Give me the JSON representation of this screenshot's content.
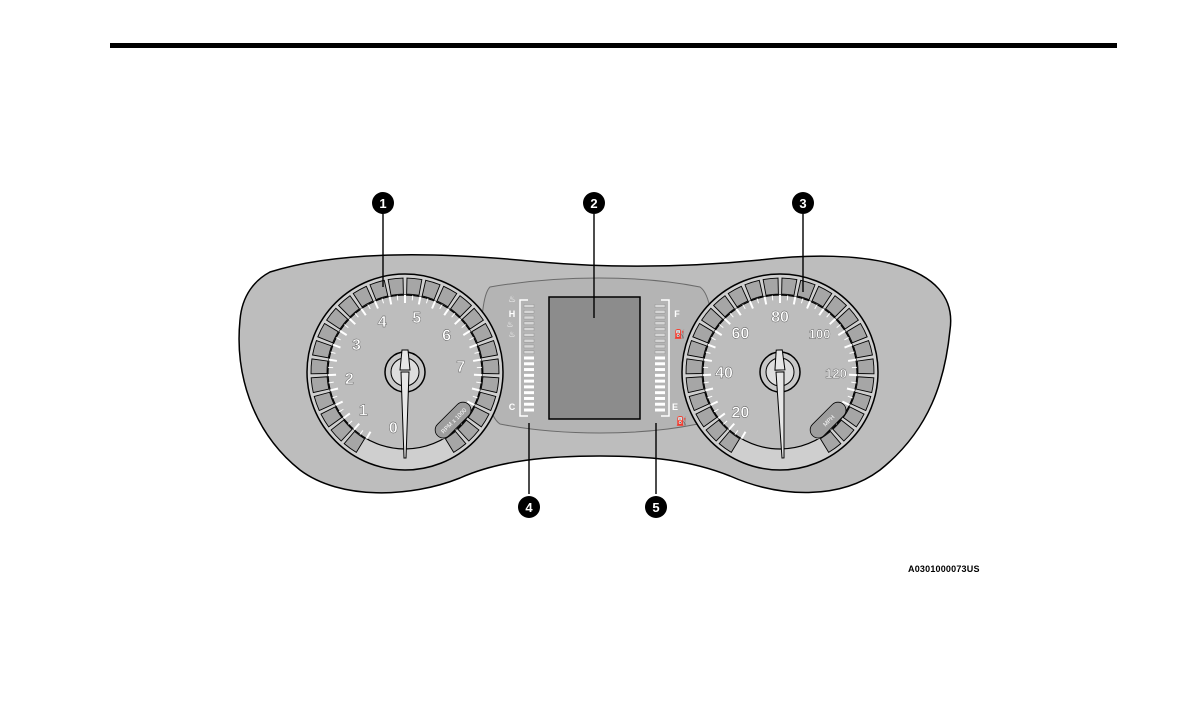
{
  "figure_code": "A0301000073US",
  "callouts": [
    "1",
    "2",
    "3",
    "4",
    "5"
  ],
  "tachometer": {
    "ticks": [
      "0",
      "1",
      "2",
      "3",
      "4",
      "5",
      "6",
      "7"
    ],
    "unit": "RPM x 1000"
  },
  "speedometer": {
    "ticks": [
      "20",
      "40",
      "60",
      "80",
      "100",
      "120"
    ],
    "unit": "MPH"
  },
  "temp_gauge": {
    "high": "H",
    "low": "C"
  },
  "fuel_gauge": {
    "full": "F",
    "empty": "E"
  },
  "colors": {
    "panel": "#bdbdbd",
    "screen": "#8c8c8c",
    "outline": "#000000",
    "label": "#ffffff"
  }
}
